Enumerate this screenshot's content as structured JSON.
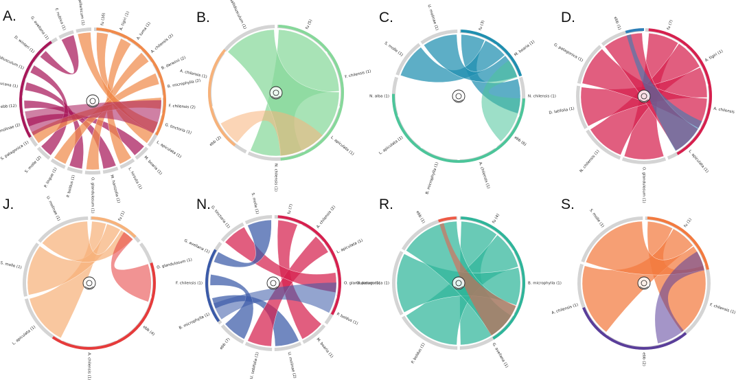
{
  "colors": {
    "ring": "#d4d4d4",
    "fu": "#f08a4b",
    "ebb": "#a8185a",
    "green": "#86d89a",
    "greenDark": "#7cd08a",
    "teal": "#1f8fb0",
    "mint": "#4cc59a",
    "crimson": "#d6204e",
    "blue": "#2c7fb8",
    "red": "#e63b3b",
    "peach": "#f7b27a",
    "navy": "#3a5aa8",
    "coral": "#ee5a45",
    "seaGreen": "#2fb59a",
    "orange": "#f37a3f",
    "purple": "#5a3e9a"
  },
  "panels": [
    {
      "letter": "A.",
      "icon": "intestine-icon",
      "labels": [
        "fu (16)",
        "A. tigiri (1)",
        "A. luma (1)",
        "A. chilensis (2)",
        "B. darwinii (2)",
        "B. microphylla (2)",
        "F. chilensis (2)",
        "G. tinctoria (1)",
        "L. apiculata (1)",
        "M. boaria (1)",
        "L. hirsuta (1)",
        "M. hanizolia (1)",
        "O. glandulosum (1)",
        "P. boldus (1)",
        "P. lingue (1)",
        "S. molle (2)",
        "S. patagonica (1)",
        "U. molinae (2)",
        "ebb (12)",
        "A. araucana (1)",
        "Ch. pallidiusculum (1)",
        "D. winteri (1)",
        "G. avellana (1)",
        "F. nubiva (1)",
        "R. magellanicum (1)"
      ]
    },
    {
      "letter": "B.",
      "icon": "eye-drops-icon",
      "labels": [
        "fu (5)",
        "F. chilensis (1)",
        "L. apiculata (1)",
        "N. chilensis (1)",
        "ebb (2)",
        "A. chilensis (1)",
        "Ch. pallidiusculum (1)"
      ]
    },
    {
      "letter": "C.",
      "icon": "heart-icon",
      "labels": [
        "fu (3)",
        "M. boaria (1)",
        "N. chilensis (1)",
        "ebb (6)",
        "A. chilensis (1)",
        "B. microphylla (1)",
        "L. apiculata (1)",
        "N. alba (1)",
        "S. molle (1)",
        "U. molinae (1)"
      ]
    },
    {
      "letter": "D.",
      "icon": "magnifier-icon",
      "labels": [
        "fu (7)",
        "A. tigiri (1)",
        "A. chilensis (2)",
        "L. apiculata (1)",
        "O. glandulosum (1)",
        "N. chilensis (1)",
        "D. latifolia (1)",
        "G. patagonica (1)",
        "ebb (1)"
      ]
    },
    {
      "letter": "J.",
      "icon": "bacteria-icon",
      "labels": [
        "fu (1)",
        "O. glandulosum (1)",
        "ebb (4)",
        "A. chilensis (1)",
        "L. apiculata (1)",
        "S. molle (1)",
        "U. molinae (1)"
      ]
    },
    {
      "letter": "N.",
      "icon": "neuron-icon",
      "labels": [
        "fu (7)",
        "A. chilensis (2)",
        "L. apiculata (1)",
        "O. glandulosum (1)",
        "P. boldus (1)",
        "M. boaria (1)",
        "U. molinae (2)",
        "U. sebifolia (1)",
        "ebb (7)",
        "B. microphylla (1)",
        "F. chilensis (1)",
        "G. avellana (1)",
        "G. tinctoria (1)",
        "S. molle (1)"
      ]
    },
    {
      "letter": "R.",
      "icon": "lungs-icon",
      "labels": [
        "fu (4)",
        "B. microphylla (1)",
        "G. avellana (1)",
        "P. boldus (1)",
        "G. patagonica (1)",
        "ebb (1)"
      ]
    },
    {
      "letter": "S.",
      "icon": "nose-eye-ear-icon",
      "labels": [
        "fu (1)",
        "F. chilensis (1)",
        "ebb (2)",
        "A. chilensis (1)",
        "S. molle (1)"
      ]
    }
  ]
}
